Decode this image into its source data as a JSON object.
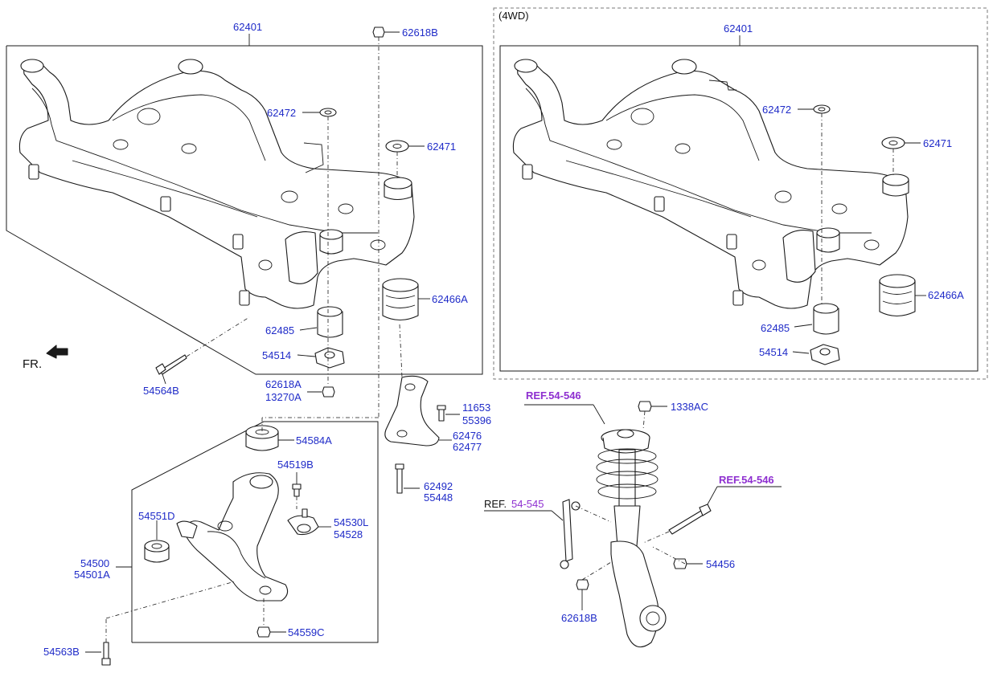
{
  "diagram": {
    "variant_label": "(4WD)",
    "front_indicator": "FR.",
    "colors": {
      "part_number": "#1f2bc8",
      "reference": "#8e2fd0",
      "line": "#1a1a1a"
    },
    "parts": {
      "subframe": "62401",
      "subframe_4wd": "62401",
      "nut_top": "62618B",
      "washer_upper": "62472",
      "washer_upper_4wd": "62472",
      "washer_rear": "62471",
      "washer_rear_4wd": "62471",
      "bushing_rear": "62466A",
      "bushing_rear_4wd": "62466A",
      "bushing_front": "62485",
      "bushing_front_4wd": "62485",
      "stopper": "54514",
      "stopper_4wd": "54514",
      "bolt_front": "54564B",
      "nut_small_a": "62618A",
      "nut_small_b": "13270A",
      "bracket_bolt_a": "11653",
      "bracket_bolt_b": "55396",
      "bracket_a": "62476",
      "bracket_b": "62477",
      "bolt_long_a": "62492",
      "bolt_long_b": "55448",
      "arm_bushing_rear": "54584A",
      "arm_bolt_small": "54519B",
      "ball_joint_a": "54530L",
      "ball_joint_b": "54528",
      "arm_bushing_front": "54551D",
      "lower_arm_a": "54500",
      "lower_arm_b": "54501A",
      "arm_nut": "54559C",
      "arm_bolt": "54563B",
      "strut_nut": "1338AC",
      "knuckle_nut": "54456",
      "link_nut": "62618B"
    },
    "references": {
      "strut_top": "REF.54-546",
      "strut_side": "REF.54-546",
      "stabilizer_prefix": "REF.",
      "stabilizer_code": "54-545"
    }
  }
}
